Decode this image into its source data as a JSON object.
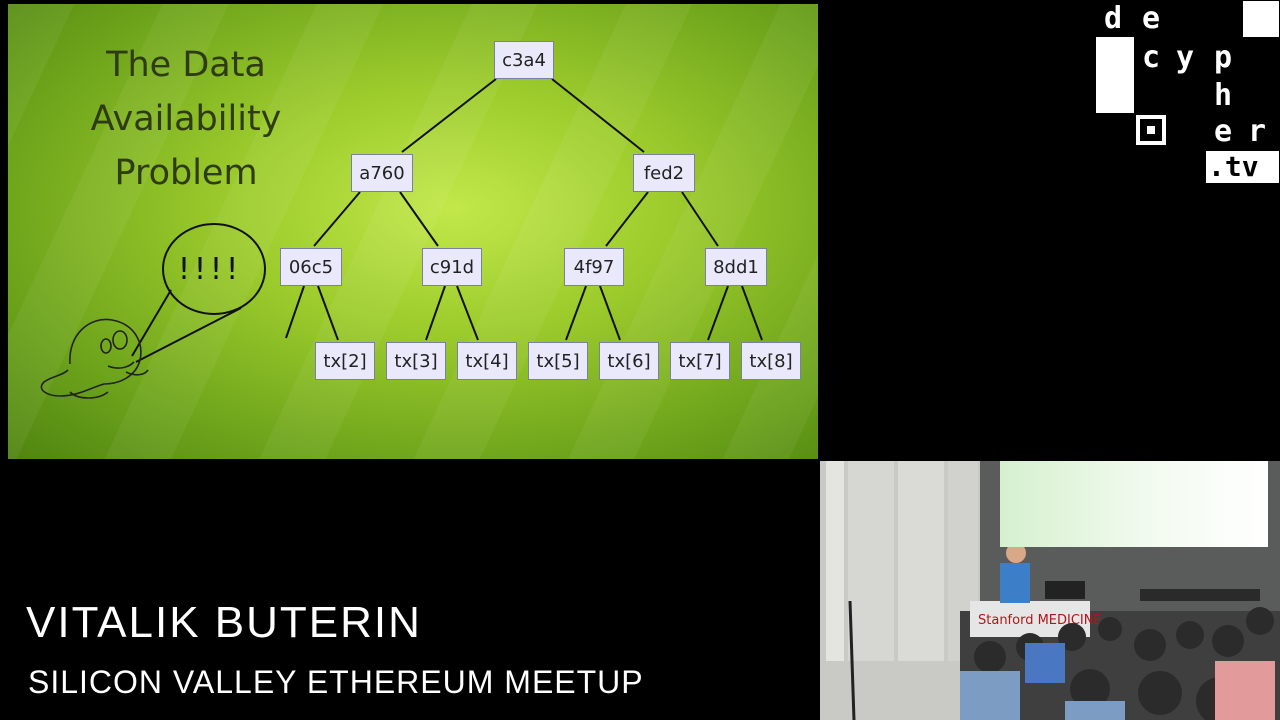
{
  "slide": {
    "title_lines": [
      "The Data",
      "Availability",
      "Problem"
    ],
    "tree_nodes": [
      "c3a4",
      "a760",
      "fed2",
      "06c5",
      "c91d",
      "4f97",
      "8dd1",
      "tx[2]",
      "tx[3]",
      "tx[4]",
      "tx[5]",
      "tx[6]",
      "tx[7]",
      "tx[8]"
    ],
    "bubble_text": "!!!!"
  },
  "logo": {
    "letters": [
      "d",
      "e",
      "c",
      "y",
      "p",
      "h",
      "e",
      "r",
      ".tv"
    ]
  },
  "lower_third": {
    "speaker": "VITALIK BUTERIN",
    "event": "SILICON VALLEY ETHEREUM MEETUP"
  },
  "camera": {
    "podium_sign": "Stanford MEDICINE"
  },
  "colors": {
    "slide_green": "#9ccb2c",
    "node_fill": "#e9e9fb",
    "title_text": "#2e3b13"
  }
}
